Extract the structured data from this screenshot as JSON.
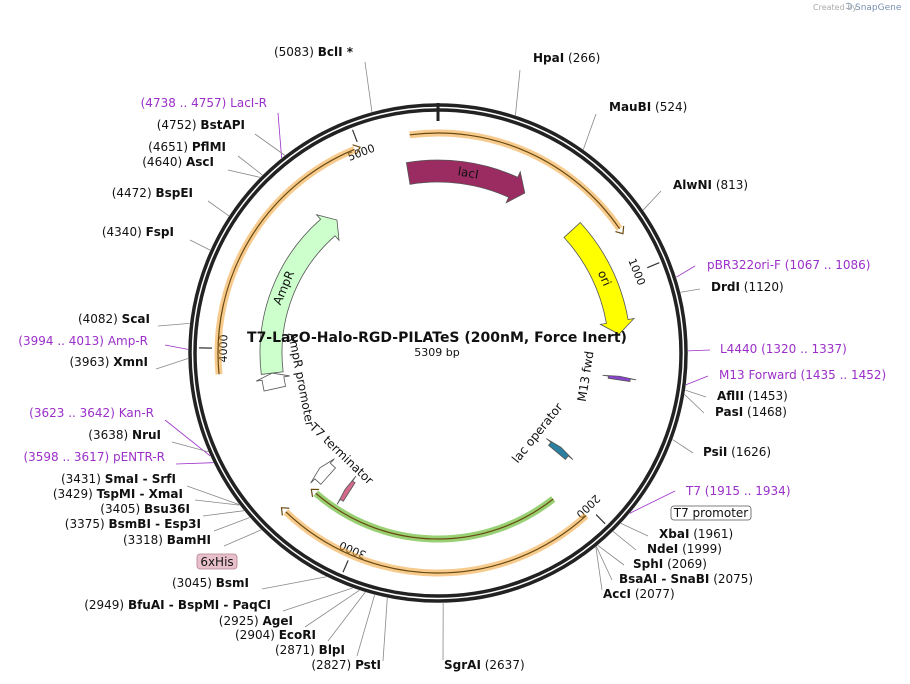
{
  "credit": {
    "text": "Created by",
    "brand": "SnapGene"
  },
  "plasmid": {
    "name": "T7-LacO-Halo-RGD-PILATeS (200nM, Force Inert)",
    "length_label": "5309 bp",
    "length_bp": 5309
  },
  "scale_ticks": [
    "1000",
    "2000",
    "3000",
    "4000",
    "5000"
  ],
  "features": [
    {
      "name": "lacI",
      "color": "#9b2c62",
      "start": 5170,
      "end": 420,
      "strand": "+"
    },
    {
      "name": "ori",
      "color": "#ffff00",
      "start": 700,
      "end": 1240,
      "strand": "+"
    },
    {
      "name": "AmpR",
      "color": "#ccffcc",
      "start": 3880,
      "end": 4760,
      "strand": "+"
    },
    {
      "name": "AmpR promoter",
      "color": "#ffffff",
      "start": 3800,
      "end": 3880,
      "strand": "+"
    },
    {
      "name": "T7 terminator",
      "color": "#ffffff",
      "start": 3270,
      "end": 3330,
      "strand": "+"
    },
    {
      "name": "lac operator",
      "color": "#2b7fa0",
      "start": 1880,
      "end": 1915,
      "strand": "-"
    },
    {
      "name": "M13 fwd",
      "color": "#8844cc",
      "start": 1435,
      "end": 1452,
      "strand": "-"
    },
    {
      "name": "6xHis",
      "color": "#d36a8b",
      "start": 3135,
      "end": 3160,
      "strand": "+"
    }
  ],
  "orfs": [
    {
      "start": 5200,
      "end": 820,
      "color": "#f0a030"
    },
    {
      "start": 3900,
      "end": 4980,
      "color": "#f0a030"
    },
    {
      "start": 2030,
      "end": 3300,
      "color": "#f0a030"
    },
    {
      "start": 2090,
      "end": 3260,
      "color": "#44aa00"
    }
  ],
  "right_labels": [
    {
      "name": "HpaI",
      "pos": "(266)",
      "primer": false
    },
    {
      "name": "MauBI",
      "pos": "(524)",
      "primer": false
    },
    {
      "name": "AlwNI",
      "pos": "(813)",
      "primer": false
    },
    {
      "name": "pBR322ori-F",
      "pos": "(1067 .. 1086)",
      "primer": true
    },
    {
      "name": "DrdI",
      "pos": "(1120)",
      "primer": false
    },
    {
      "name": "L4440",
      "pos": "(1320 .. 1337)",
      "primer": true
    },
    {
      "name": "M13 Forward",
      "pos": "(1435 .. 1452)",
      "primer": true
    },
    {
      "name": "AflII",
      "pos": "(1453)",
      "primer": false
    },
    {
      "name": "PasI",
      "pos": "(1468)",
      "primer": false
    },
    {
      "name": "PsiI",
      "pos": "(1626)",
      "primer": false
    },
    {
      "name": "T7",
      "pos": "(1915 .. 1934)",
      "primer": true
    },
    {
      "name": "XbaI",
      "pos": "(1961)",
      "primer": false
    },
    {
      "name": "NdeI",
      "pos": "(1999)",
      "primer": false
    },
    {
      "name": "SphI",
      "pos": "(2069)",
      "primer": false
    },
    {
      "name": "BsaAI  -  SnaBI",
      "pos": "(2075)",
      "primer": false
    },
    {
      "name": "AccI",
      "pos": "(2077)",
      "primer": false
    }
  ],
  "left_labels": [
    {
      "name": "BclI *",
      "pos": "(5083)",
      "primer": false
    },
    {
      "name": "LacI-R",
      "pos": "(4738 .. 4757)",
      "primer": true
    },
    {
      "name": "BstAPI",
      "pos": "(4752)",
      "primer": false
    },
    {
      "name": "PflMI",
      "pos": "(4651)",
      "primer": false
    },
    {
      "name": "AscI",
      "pos": "(4640)",
      "primer": false
    },
    {
      "name": "BspEI",
      "pos": "(4472)",
      "primer": false
    },
    {
      "name": "FspI",
      "pos": "(4340)",
      "primer": false
    },
    {
      "name": "ScaI",
      "pos": "(4082)",
      "primer": false
    },
    {
      "name": "Amp-R",
      "pos": "(3994 .. 4013)",
      "primer": true
    },
    {
      "name": "XmnI",
      "pos": "(3963)",
      "primer": false
    },
    {
      "name": "Kan-R",
      "pos": "(3623 .. 3642)",
      "primer": true
    },
    {
      "name": "NruI",
      "pos": "(3638)",
      "primer": false
    },
    {
      "name": "pENTR-R",
      "pos": "(3598 .. 3617)",
      "primer": true
    },
    {
      "name": "SmaI   -  SrfI",
      "pos": "(3431)",
      "primer": false
    },
    {
      "name": "TspMI  -  XmaI",
      "pos": "(3429)",
      "primer": false
    },
    {
      "name": "Bsu36I",
      "pos": "(3405)",
      "primer": false
    },
    {
      "name": "BsmBI  -  Esp3I",
      "pos": "(3375)",
      "primer": false
    },
    {
      "name": "BamHI",
      "pos": "(3318)",
      "primer": false
    },
    {
      "name": "BsmI",
      "pos": "(3045)",
      "primer": false
    },
    {
      "name": "BfuAI  -  BspMI  -  PaqCI",
      "pos": "(2949)",
      "primer": false
    },
    {
      "name": "AgeI",
      "pos": "(2925)",
      "primer": false
    },
    {
      "name": "EcoRI",
      "pos": "(2904)",
      "primer": false
    },
    {
      "name": "BlpI",
      "pos": "(2871)",
      "primer": false
    },
    {
      "name": "PstI",
      "pos": "(2827)",
      "primer": false
    }
  ],
  "bottom_labels": [
    {
      "name": "SgrAI",
      "pos": "(2637)",
      "primer": false
    }
  ],
  "boxed_labels": {
    "t7_promoter": "T7 promoter",
    "six_his": "6xHis"
  }
}
